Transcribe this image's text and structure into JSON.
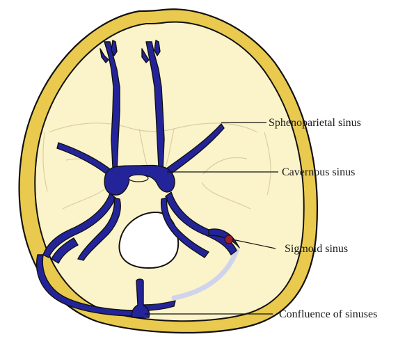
{
  "diagram": {
    "labels": {
      "sphenoparietal": "Sphenoparietal sinus",
      "cavernous": "Cavernous sinus",
      "sigmoid": "Sigmoid sinus",
      "confluence": "Confluence of sinuses"
    },
    "colors": {
      "skull_outer": "#e9c94e",
      "skull_inner": "#fbf3c9",
      "sinus": "#24249a",
      "outline": "#111111",
      "sutures": "#d9cfa2",
      "foramen": "#ffffff",
      "sigmoid_marker": "#9a1f2a",
      "transverse_pale": "#cfd4ec"
    }
  }
}
